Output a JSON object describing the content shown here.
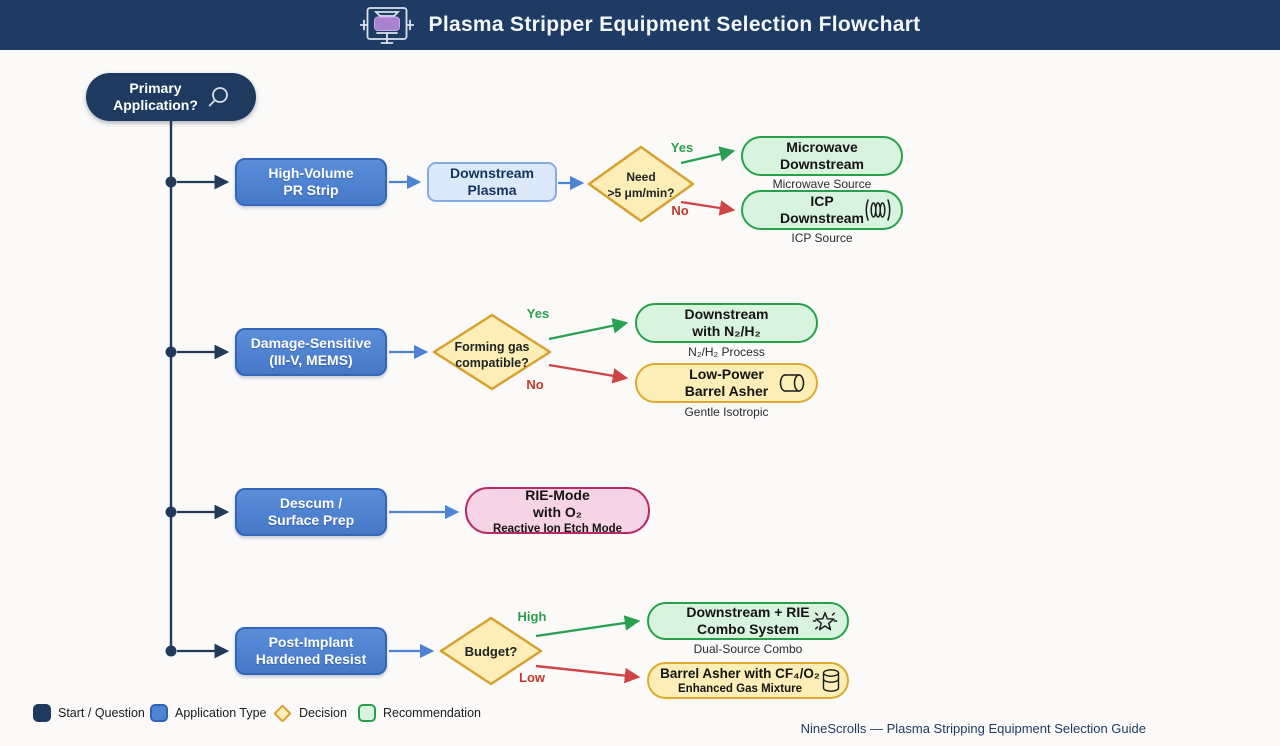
{
  "header": {
    "title": "Plasma Stripper Equipment Selection Flowchart",
    "icon": "plasma-chamber-icon"
  },
  "flowchart": {
    "start": {
      "label": "Primary\nApplication?",
      "icon": "magnifier-icon"
    },
    "branches": [
      {
        "application": {
          "label": "High-Volume\nPR Strip"
        },
        "intermediate": {
          "label": "Downstream\nPlasma"
        },
        "decision": {
          "question": "Need\n>5 μm/min?",
          "yes_label": "Yes",
          "no_label": "No"
        },
        "outcomes": [
          {
            "label": "Microwave\nDownstream",
            "caption": "Microwave Source"
          },
          {
            "label": "ICP\nDownstream",
            "caption": "ICP Source",
            "icon": "coil-icon"
          }
        ]
      },
      {
        "application": {
          "label": "Damage-Sensitive\n(III-V, MEMS)"
        },
        "decision": {
          "question": "Forming gas\ncompatible?",
          "yes_label": "Yes",
          "no_label": "No"
        },
        "outcomes": [
          {
            "label": "Downstream\nwith N₂/H₂",
            "caption": "N₂/H₂ Process"
          },
          {
            "label": "Low-Power\nBarrel Asher",
            "caption": "Gentle Isotropic",
            "icon": "barrel-icon"
          }
        ]
      },
      {
        "application": {
          "label": "Descum /\nSurface Prep"
        },
        "outcomes": [
          {
            "label": "RIE-Mode\nwith O₂",
            "subtitle": "Reactive Ion Etch Mode"
          }
        ]
      },
      {
        "application": {
          "label": "Post-Implant\nHardened Resist"
        },
        "decision": {
          "question": "Budget?",
          "yes_label": "High",
          "no_label": "Low"
        },
        "outcomes": [
          {
            "label": "Downstream + RIE\nCombo System",
            "caption": "Dual-Source Combo",
            "icon": "sparkle-icon"
          },
          {
            "label": "Barrel Asher with CF₄/O₂",
            "subtitle": "Enhanced Gas Mixture",
            "icon": "cylinder-icon"
          }
        ]
      }
    ]
  },
  "legend": {
    "items": [
      {
        "label": "Start / Question",
        "color": "#1e3a5f"
      },
      {
        "label": "Application Type",
        "color": "#4e84d1"
      },
      {
        "label": "Decision",
        "color": "#fceeb6"
      },
      {
        "label": "Recommendation",
        "color": "#d9f4de"
      }
    ]
  },
  "footer": {
    "credit": "NineScrolls — Plasma Stripping Equipment Selection Guide"
  },
  "colors": {
    "header_bg": "#1d3b63",
    "navy": "#1e3a5f",
    "app_blue": "#4e84d1",
    "app_blue_border": "#3365b8",
    "light_blue_fill": "#dce9fb",
    "light_blue_border": "#86abe3",
    "decision_fill": "#fceeb6",
    "decision_border": "#d7a02f",
    "rec_green_fill": "#d9f4de",
    "rec_green_border": "#27a149",
    "rec_yellow_fill": "#fceeb6",
    "rec_yellow_border": "#dcaa2e",
    "rec_pink_fill": "#f7d3e6",
    "rec_pink_border": "#b62a68",
    "yes_green": "#2e9e4f",
    "no_red": "#c0392b",
    "arrow_blue": "#4d83d2"
  }
}
